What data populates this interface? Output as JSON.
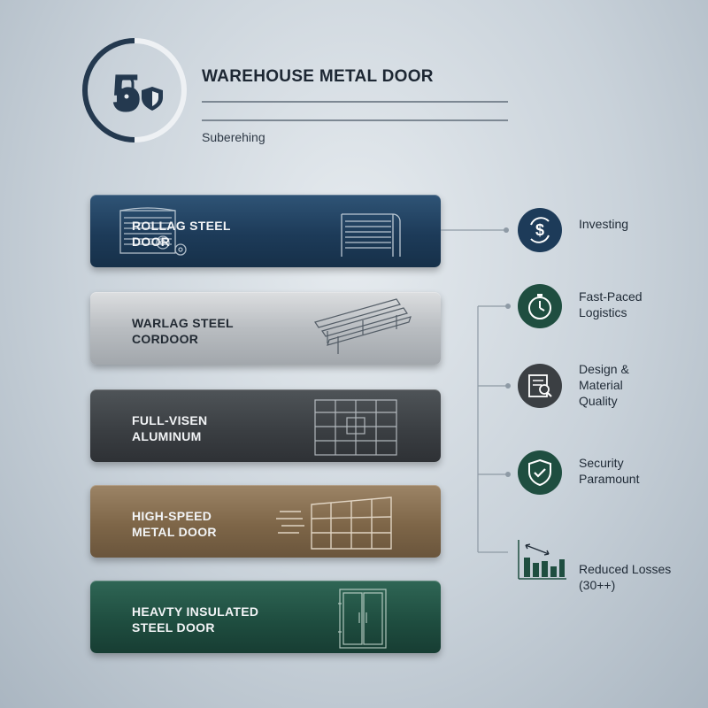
{
  "header": {
    "badge_number": "5",
    "title": "WAREHOUSE METAL DOOR",
    "subtitle": "Suberehing"
  },
  "doors": [
    {
      "label": "ROLLAG STEEL\nDOOR",
      "color": "#1d3b59",
      "icon": "roller-door-icon"
    },
    {
      "label": "WARLAG STEEL\nCORDOOR",
      "color": "#b9bdc1",
      "icon": "sectional-panels-icon"
    },
    {
      "label": "FULL-VISEN\nALUMINUM",
      "color": "#3b3f43",
      "icon": "glass-panel-door-icon"
    },
    {
      "label": "HIGH-SPEED\nMETAL DOOR",
      "color": "#7e6648",
      "icon": "high-speed-door-icon"
    },
    {
      "label": "HEAVTY INSULATED\nSTEEL DOOR",
      "color": "#1f4e40",
      "icon": "insulated-double-door-icon"
    }
  ],
  "benefits": [
    {
      "label": "Investing",
      "icon": "dollar-cycle-icon",
      "color": "#1d3b59"
    },
    {
      "label": "Fast-Paced\nLogistics",
      "icon": "stopwatch-icon",
      "color": "#1f4e40"
    },
    {
      "label": "Design &\nMaterial\nQuality",
      "icon": "inspection-document-icon",
      "color": "#3b3f43"
    },
    {
      "label": "Security\nParamount",
      "icon": "shield-check-icon",
      "color": "#1f4e40"
    },
    {
      "label": "Reduced Losses\n(30++)",
      "icon": "bar-chart-icon",
      "color": "#1f4e40"
    }
  ]
}
